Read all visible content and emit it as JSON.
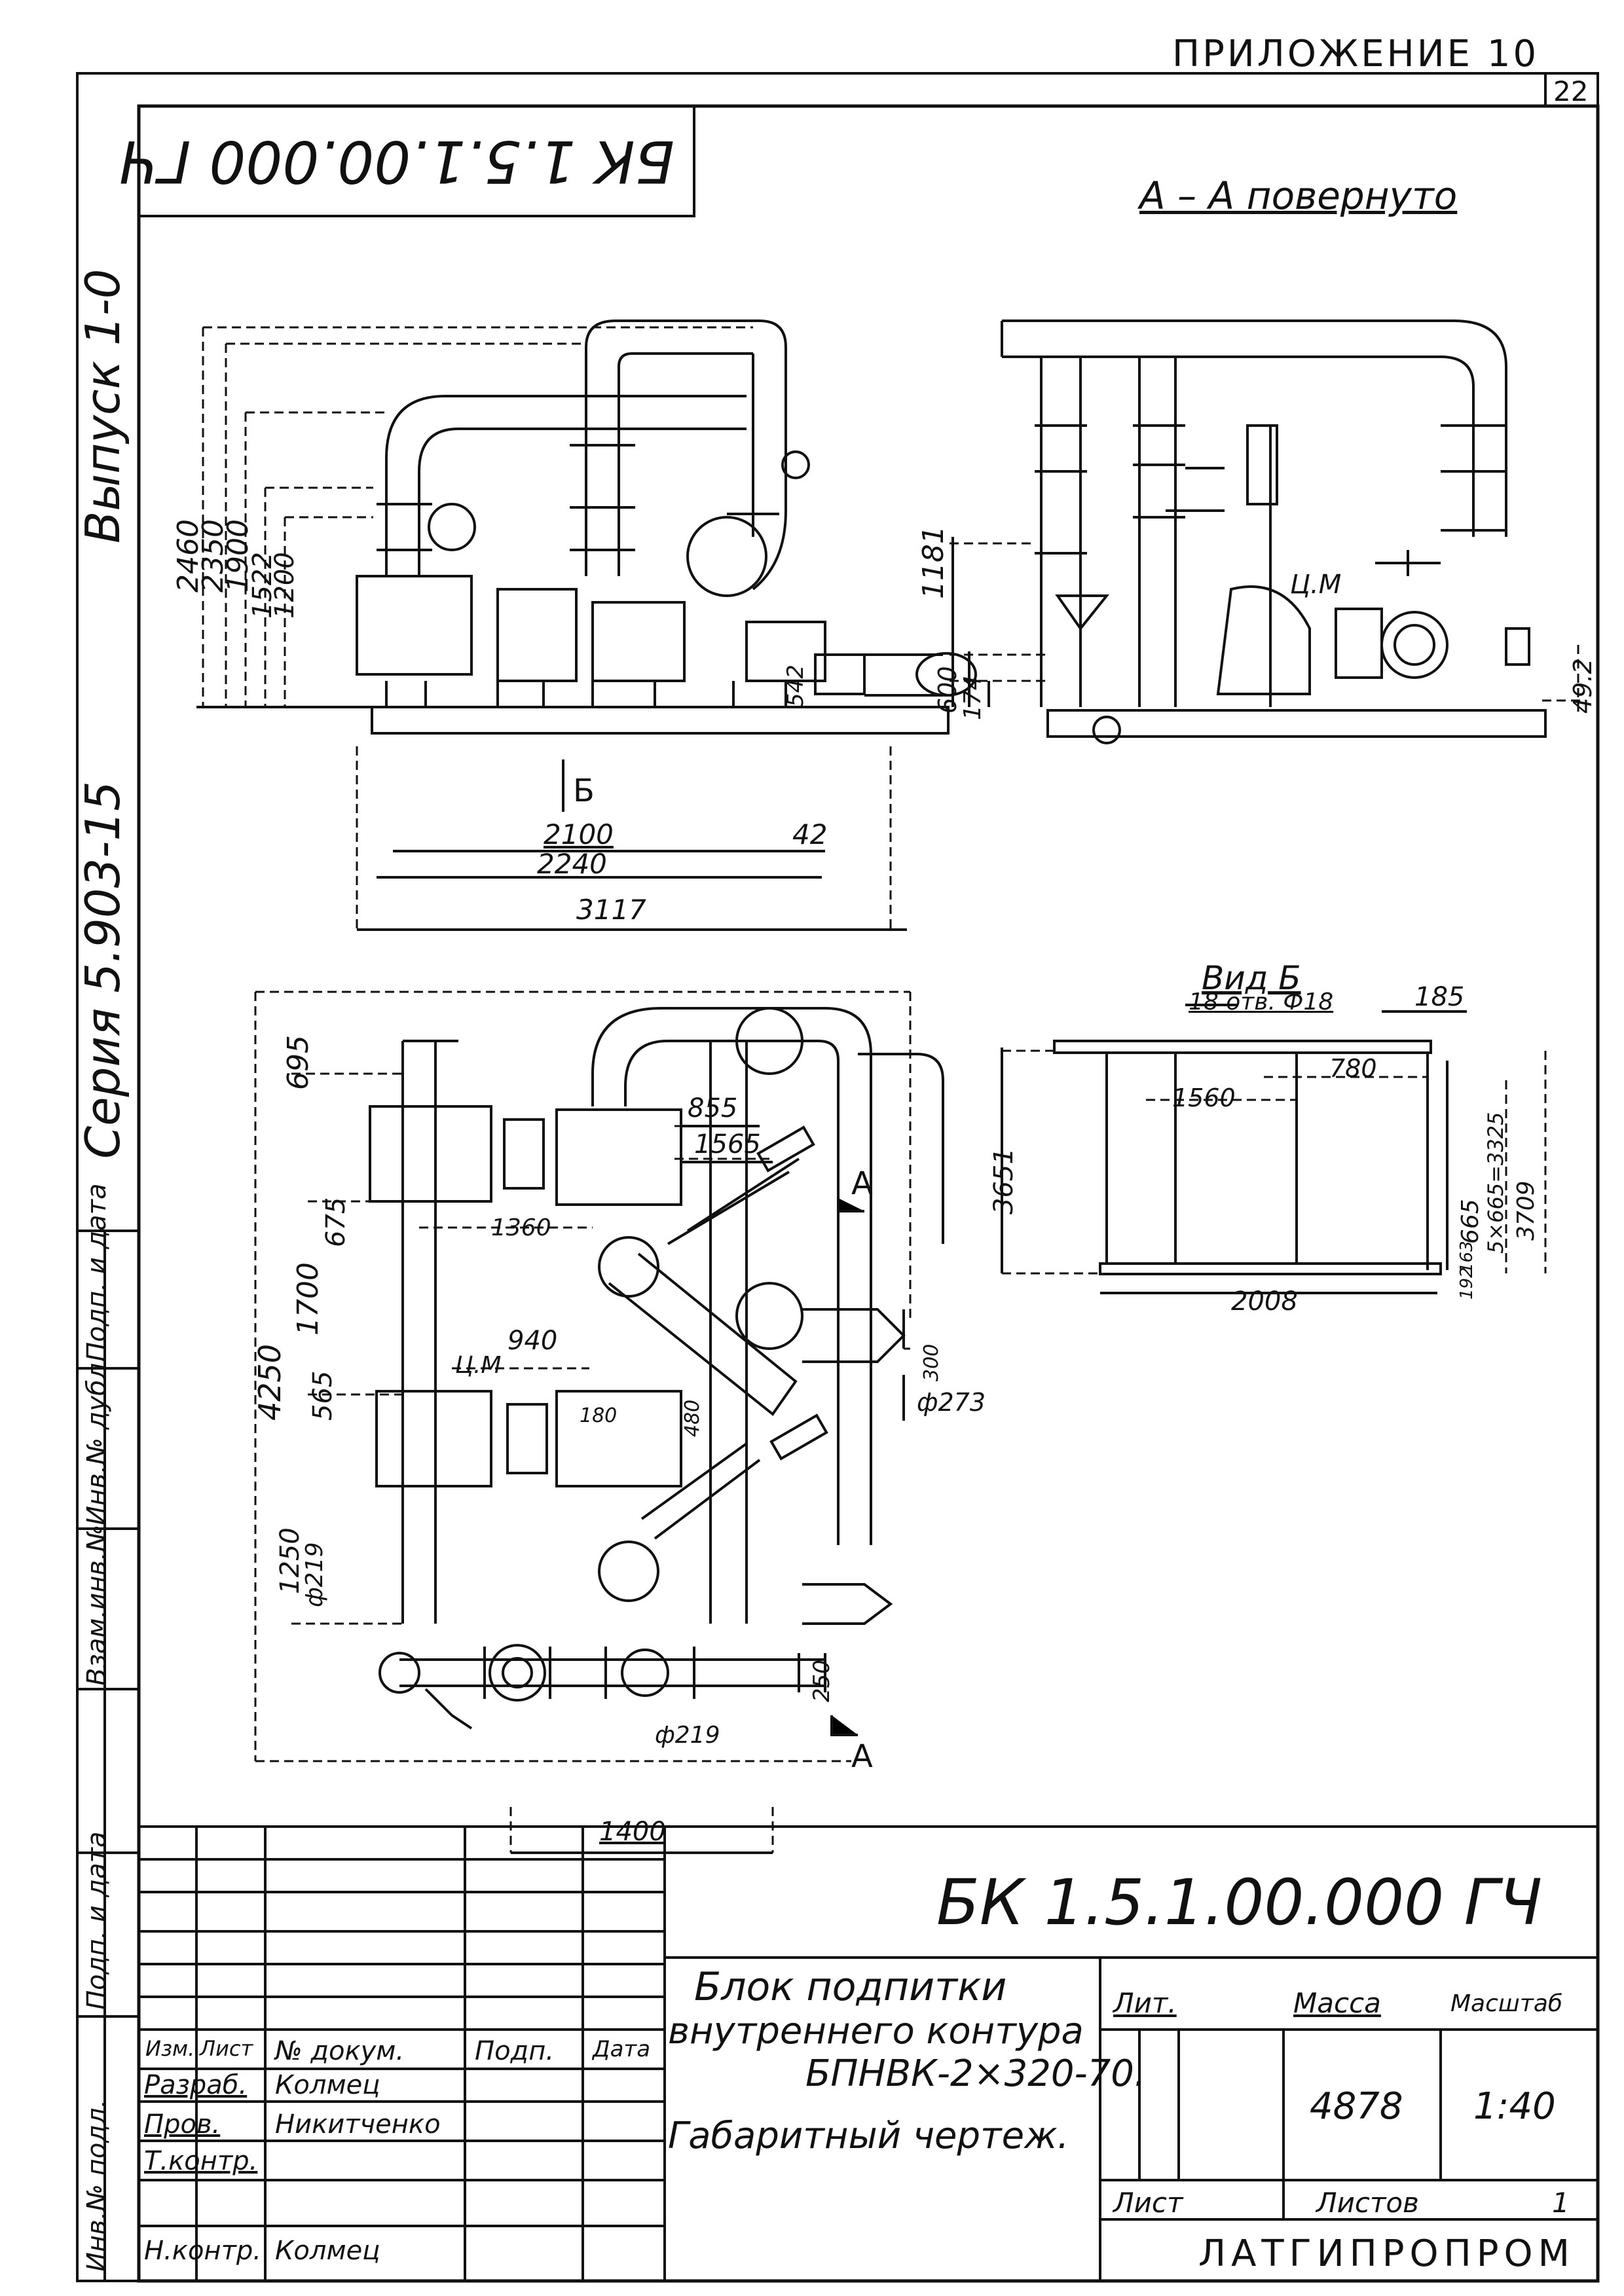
{
  "header": {
    "appendix": "ПРИЛОЖЕНИЕ 10",
    "page_number": "22",
    "mirrored_code": "БК 1.5.1.00.000 ГЧ"
  },
  "left_margin": {
    "issue": "Выпуск 1-0",
    "series": "Серия 5.903-15",
    "sign_date": "Подп. и дата",
    "inv_dubl": "Инв.№ дубл.",
    "vzam_inv": "Взам.инв.№",
    "sign_date_2": "Подп. и дата",
    "inv_orig": "Инв.№ подл."
  },
  "section_aa": {
    "title": "А – А повернуто",
    "dims": [
      "2460",
      "2350",
      "1900",
      "1522",
      "1200",
      "1181",
      "600",
      "174",
      "542",
      "49.2",
      "2100",
      "42",
      "2240",
      "3117"
    ],
    "labels": [
      "Б",
      "Ц.М"
    ]
  },
  "view_b": {
    "title": "Вид Б",
    "subtitle": "18 отв. Ф18",
    "dims": [
      "185",
      "780",
      "1560",
      "3651",
      "665",
      "5×665=3325",
      "3709",
      "163",
      "192",
      "2008"
    ]
  },
  "plan": {
    "dims": [
      "695",
      "855",
      "1565",
      "675",
      "1360",
      "1700",
      "940",
      "4250",
      "565",
      "180",
      "480",
      "300",
      "ф273",
      "1250",
      "ф219",
      "250",
      "ф219",
      "1400"
    ],
    "labels": [
      "Ц.М",
      "А",
      "А"
    ]
  },
  "title_block": {
    "code": "БК 1.5.1.00.000 ГЧ",
    "name_line1": "Блок подпитки",
    "name_line2": "внутреннего контура",
    "name_line3": "БПНВК-2×320-70.",
    "name_line4": "Габаритный чертеж.",
    "col_headers": [
      "Изм.",
      "Лист",
      "№ докум.",
      "Подп.",
      "Дата"
    ],
    "rows": [
      {
        "role": "Разраб.",
        "name": "Колмец"
      },
      {
        "role": "Пров.",
        "name": "Никитченко"
      },
      {
        "role": "Т.контр.",
        "name": ""
      },
      {
        "role": "",
        "name": ""
      },
      {
        "role": "Н.контр.",
        "name": "Колмец"
      }
    ],
    "lit_label": "Лит.",
    "mass_label": "Масса",
    "scale_label": "Масштаб",
    "mass": "4878",
    "scale": "1:40",
    "sheet_label": "Лист",
    "sheets_label": "Листов",
    "sheets": "1",
    "org": "ЛАТГИПРОПРОМ"
  }
}
